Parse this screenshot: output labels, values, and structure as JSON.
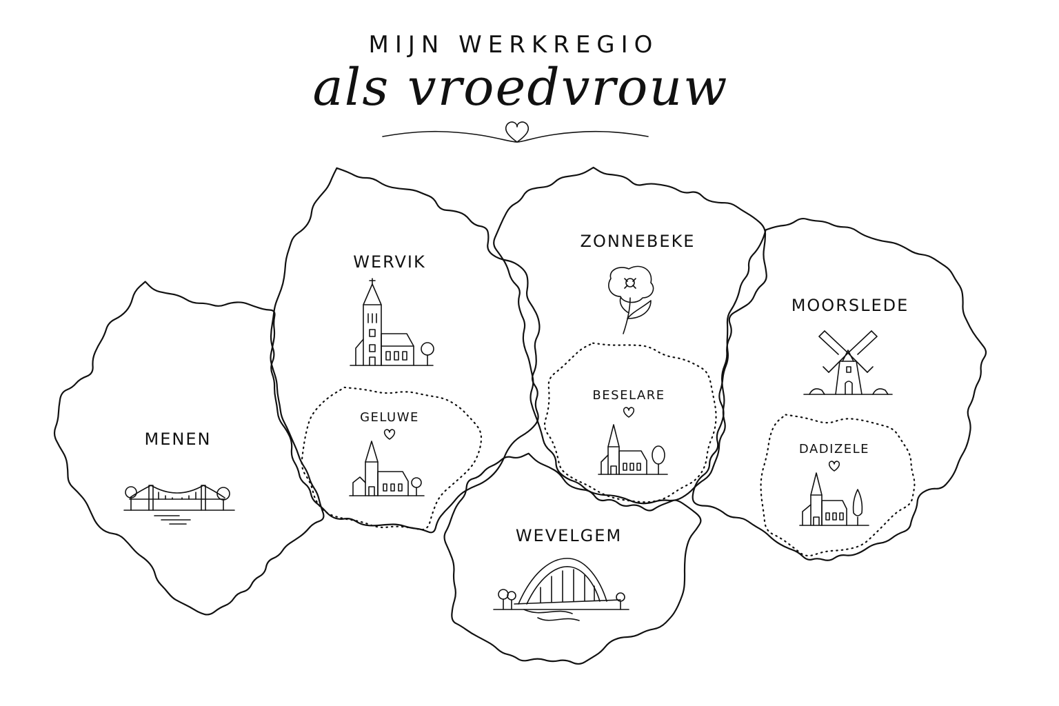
{
  "title": {
    "line1": "MIJN WERKREGIO",
    "line2": "als vroedvrouw"
  },
  "regions": [
    {
      "id": "menen",
      "name": "MENEN",
      "icon": "bridge-icon"
    },
    {
      "id": "wervik",
      "name": "WERVIK",
      "icon": "church-icon"
    },
    {
      "id": "zonnebeke",
      "name": "ZONNEBEKE",
      "icon": "poppy-icon"
    },
    {
      "id": "moorslede",
      "name": "MOORSLEDE",
      "icon": "windmill-icon"
    },
    {
      "id": "wevelgem",
      "name": "WEVELGEM",
      "icon": "arch-bridge-icon"
    }
  ],
  "subregions": [
    {
      "id": "geluwe",
      "name": "GELUWE",
      "icon": "church-icon",
      "marker": "heart-icon"
    },
    {
      "id": "beselare",
      "name": "BESELARE",
      "icon": "church-icon",
      "marker": "heart-icon"
    },
    {
      "id": "dadizele",
      "name": "DADIZELE",
      "icon": "church-icon",
      "marker": "heart-icon"
    }
  ],
  "colors": {
    "ink": "#111111",
    "background": "#ffffff"
  }
}
